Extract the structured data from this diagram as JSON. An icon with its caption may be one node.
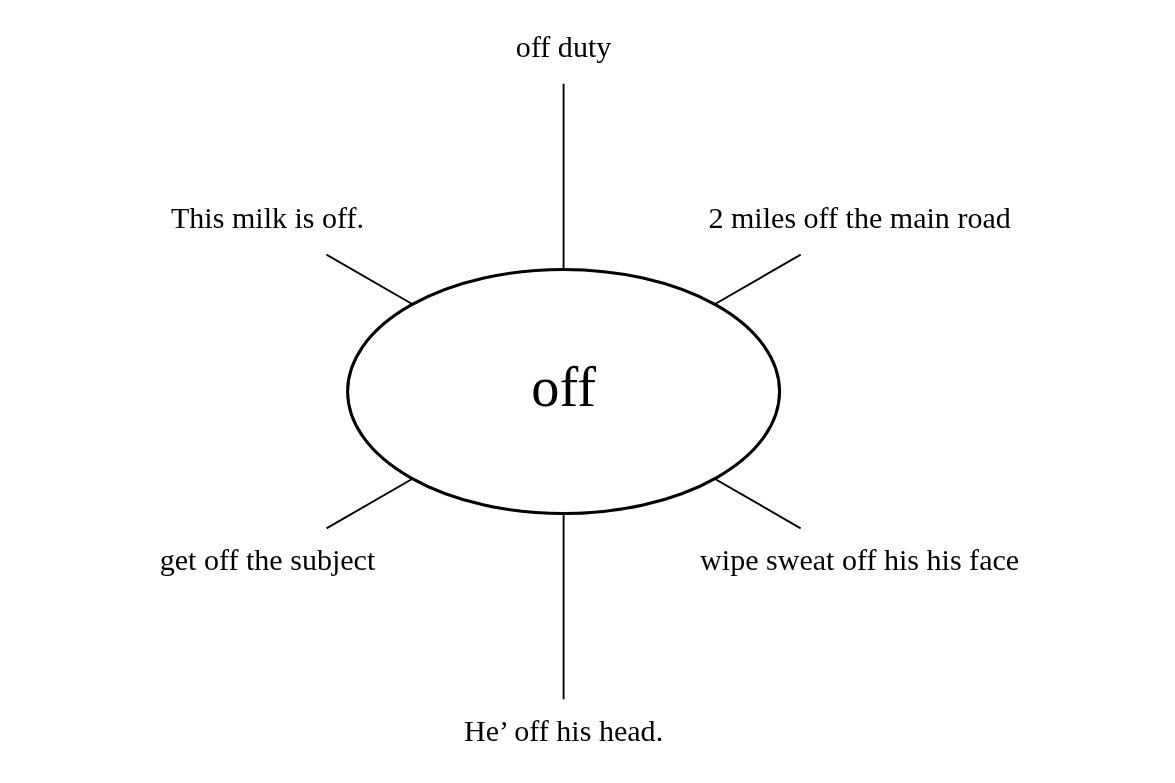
{
  "diagram": {
    "nodes": [
      {
        "text": [
          "off"
        ]
      },
      {
        "text": [
          "2 miles off the main road"
        ]
      },
      {
        "text": [
          "off duty"
        ]
      },
      {
        "text": [
          "This milk is off."
        ]
      },
      {
        "text": [
          "get off the subject"
        ]
      },
      {
        "text": [
          "He’ off his head."
        ]
      },
      {
        "text": [
          "wipe sweat off his his face"
        ]
      }
    ],
    "edges": [
      {
        "from": 0,
        "to": 1,
        "arrow": "none"
      },
      {
        "from": 0,
        "to": 2,
        "arrow": "none"
      },
      {
        "from": 0,
        "to": 3,
        "arrow": "none"
      },
      {
        "from": 0,
        "to": 4,
        "arrow": "none"
      },
      {
        "from": 0,
        "to": 5,
        "arrow": "none"
      },
      {
        "from": 0,
        "to": 6,
        "arrow": "none"
      }
    ]
  }
}
